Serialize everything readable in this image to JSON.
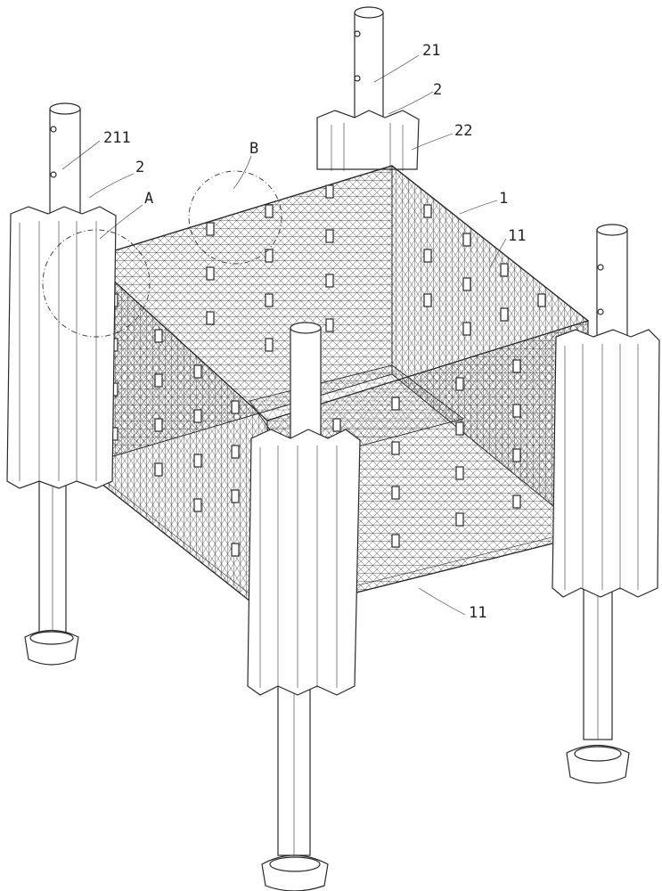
{
  "labels": {
    "l211": "211",
    "l2a": "2",
    "lA": "A",
    "lB": "B",
    "l21": "21",
    "l2b": "2",
    "l22": "22",
    "l1": "1",
    "l11a": "11",
    "l11b": "11"
  }
}
